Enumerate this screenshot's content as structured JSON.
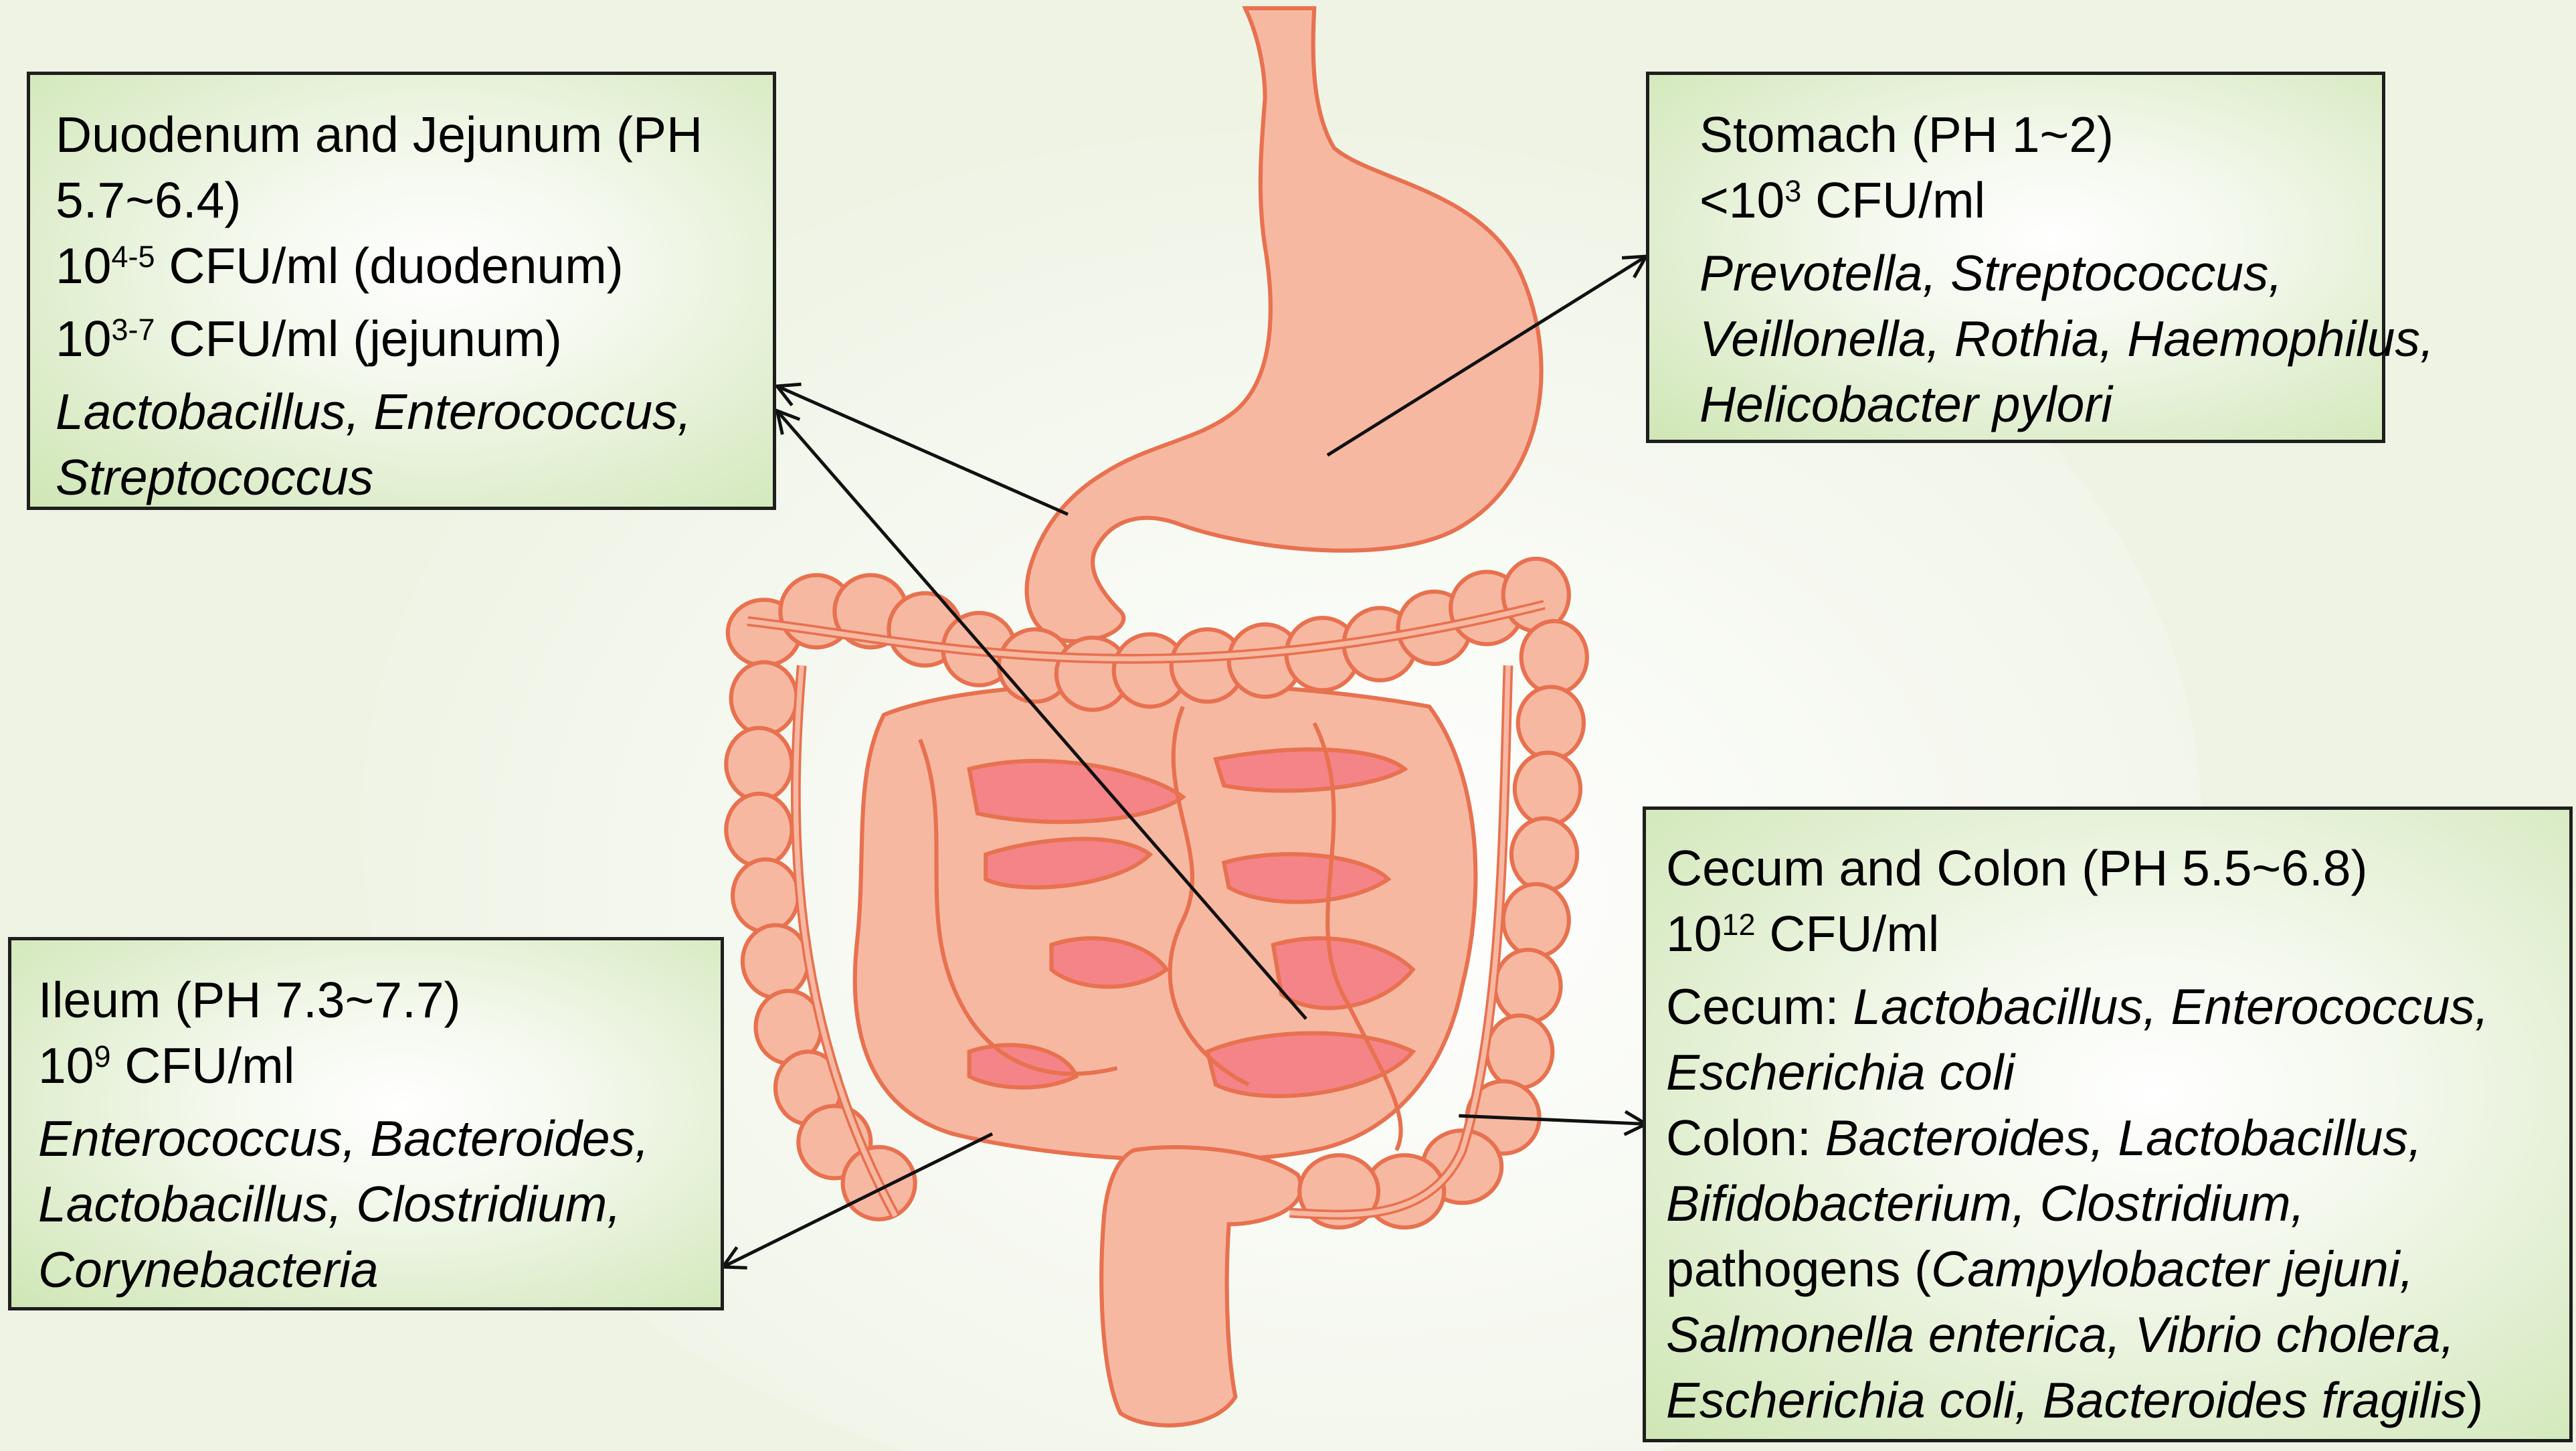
{
  "colors": {
    "background": "#eef3e4",
    "box_fill": "#cfe6b5",
    "organ_fill": "#f7b8a2",
    "organ_stroke": "#e8714f",
    "lumen_fill": "#f48488",
    "arrow": "#111111"
  },
  "boxes": {
    "duodenum": {
      "title": "Duodenum and Jejunum (PH",
      "title_cont": "5.7~6.4)",
      "count1_base": "10",
      "count1_exp": "4-5",
      "count1_rest": " CFU/ml (duodenum)",
      "count2_base": "10",
      "count2_exp": "3-7",
      "count2_rest": " CFU/ml (jejunum)",
      "bacteria1": "Lactobacillus, Enterococcus,",
      "bacteria2": "Streptococcus"
    },
    "stomach": {
      "title": "Stomach (PH 1~2)",
      "count_base": "<10",
      "count_exp": "3",
      "count_rest": " CFU/ml",
      "bacteria1": "Prevotella, Streptococcus,",
      "bacteria2": "Veillonella, Rothia, Haemophilus,",
      "bacteria3": "Helicobacter pylori"
    },
    "ileum": {
      "title": "Ileum (PH 7.3~7.7)",
      "count_base": "10",
      "count_exp": "9",
      "count_rest": " CFU/ml",
      "bacteria1": "Enterococcus, Bacteroides,",
      "bacteria2": "Lactobacillus, Clostridium,",
      "bacteria3": "Corynebacteria"
    },
    "cecum": {
      "title": "Cecum and Colon (PH 5.5~6.8)",
      "count_base": "10",
      "count_exp": "12",
      "count_rest": " CFU/ml",
      "cecum_label": "Cecum: ",
      "cecum_bacteria1": "Lactobacillus, Enterococcus,",
      "cecum_bacteria2": "Escherichia coli",
      "colon_label": "Colon: ",
      "colon_bacteria1": "Bacteroides, Lactobacillus,",
      "colon_bacteria2": "Bifidobacterium, Clostridium,",
      "pathogens_label": "pathogens (",
      "pathogens1": "Campylobacter jejuni,",
      "pathogens2": "Salmonella enterica, Vibrio cholera,",
      "pathogens3": "Escherichia coli, Bacteroides fragilis",
      "pathogens_close": ")"
    }
  }
}
